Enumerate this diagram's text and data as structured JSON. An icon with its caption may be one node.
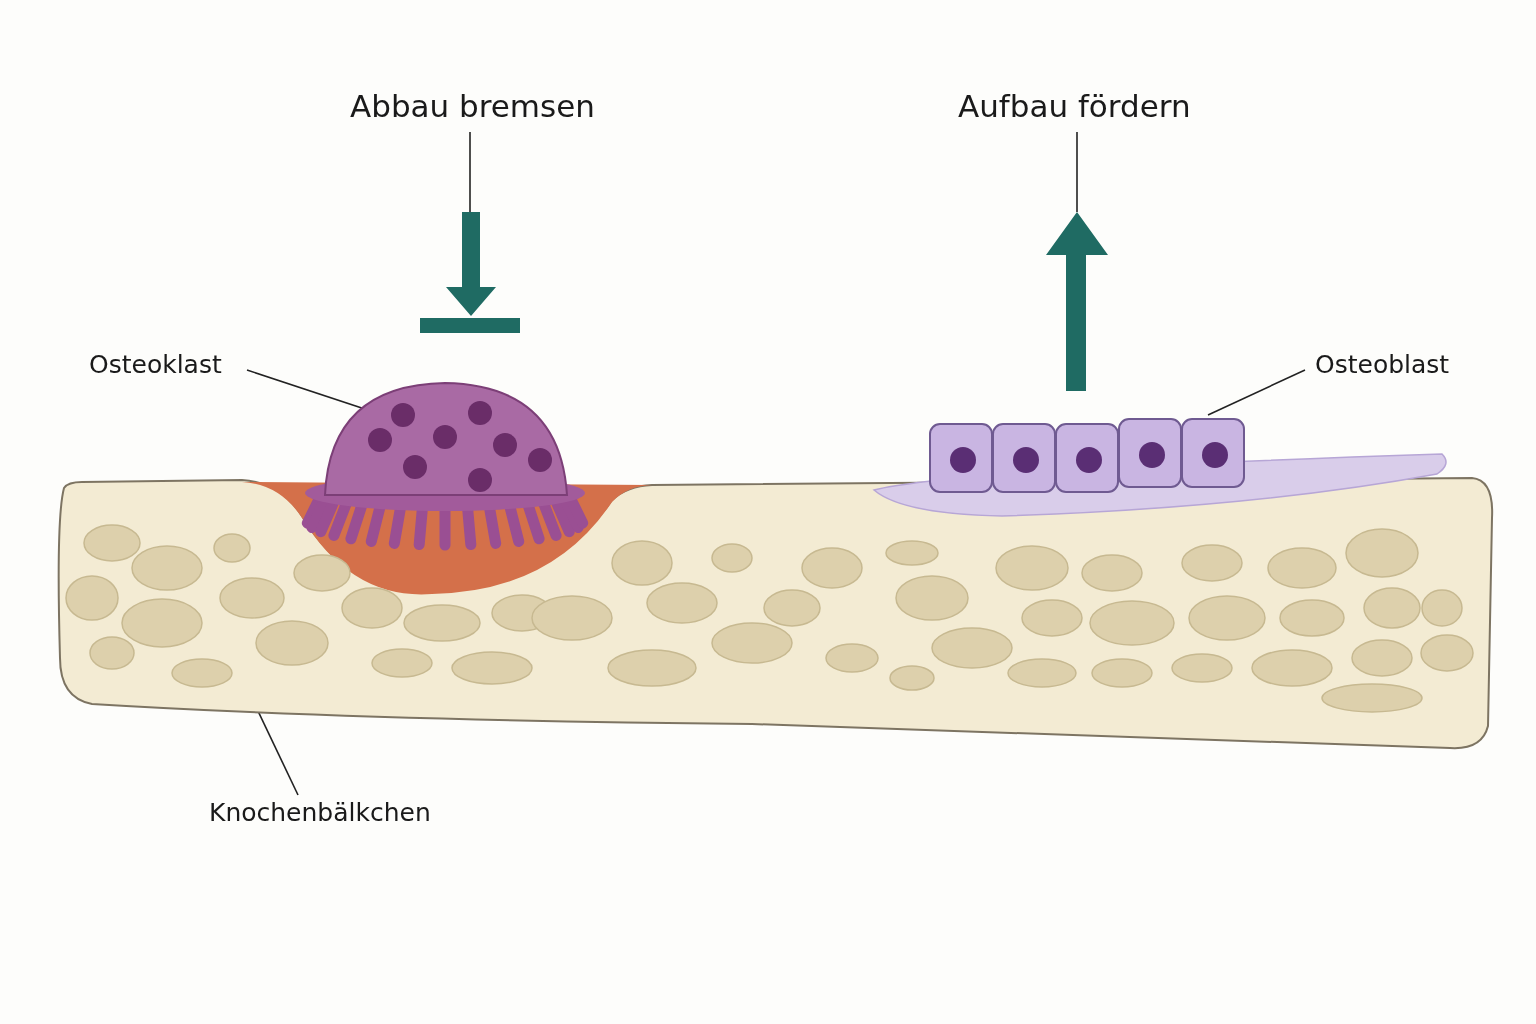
{
  "diagram": {
    "nodes": [
      {
        "text": [
          "Abbau bremsen"
        ]
      },
      {
        "text": [
          "Aufbau fördern"
        ]
      },
      {
        "text": [
          "Osteoklast"
        ]
      },
      {
        "text": [],
        "shape": "picture"
      },
      {
        "text": [
          "Osteoblast"
        ]
      },
      {
        "text": [],
        "shape": "picture"
      },
      {
        "text": [
          "Knochenbälkchen"
        ]
      },
      {
        "text": [],
        "shape": "picture"
      }
    ],
    "edges": [
      {
        "from": 0,
        "to": null,
        "arrow": "none"
      },
      {
        "from": null,
        "to": 1,
        "arrow": "none"
      },
      {
        "from": 2,
        "to": 3,
        "arrow": "none"
      },
      {
        "from": 4,
        "to": 5,
        "arrow": "none"
      },
      {
        "from": 6,
        "to": 7,
        "arrow": "none"
      }
    ]
  }
}
